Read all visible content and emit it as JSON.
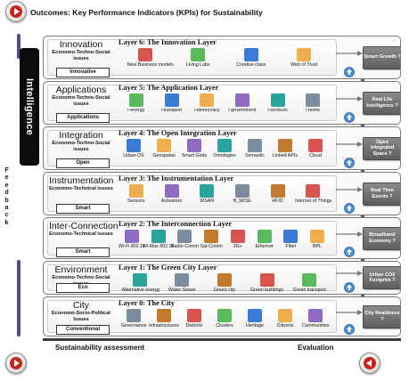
{
  "title": "Outcomes: Key Performance Indicators (KPIs) for Sustainability",
  "side_label": "Intelligence",
  "feedback_letters": [
    "F",
    "e",
    "e",
    "d",
    "b",
    "a",
    "c",
    "k"
  ],
  "footer": {
    "left": "Sustainability assessment",
    "right": "Evaluation"
  },
  "colors": {
    "layer_accent": "#4b4b9a",
    "outcome_box": "#6f6f6f",
    "nav_red": "#c8241c"
  },
  "layers": [
    {
      "name": "Innovation",
      "sub": "Economo-Techno-Social issues",
      "tag": "Innovative",
      "heading": "Layer 6: The Innovation  Layer",
      "outcome": "Smart Growth ?",
      "items": [
        "New Business models",
        "Living Labs",
        "Creative class",
        "Web of Trust"
      ]
    },
    {
      "name": "Applications",
      "sub": "Economo-Techno-Social issues",
      "tag": "Applications",
      "heading": "Layer 5: The Application Layer",
      "outcome": "Real Life Intelligence ?",
      "items": [
        "i-energy",
        "i-transport",
        "i-democracy",
        "i-government",
        "i-services",
        "i-home"
      ]
    },
    {
      "name": "Integration",
      "sub": "Economo-Techno-Social issues",
      "tag": "Open",
      "heading": "Layer 4: The Open Integration Layer",
      "outcome": "Open integrated Space ?",
      "items": [
        "Urban OS",
        "Geospatial",
        "Smart Grids",
        "Ontologies",
        "Semantic",
        "Linked APIs",
        "Cloud"
      ]
    },
    {
      "name": "Instrumentation",
      "sub": "Economo-Technical issues",
      "tag": "Smart",
      "heading": "Layer 3: The Instrumentation Layer",
      "outcome": "Real Time Events ?",
      "items": [
        "Sensors",
        "Activators",
        "WSAN",
        "B_WISE",
        "RFID",
        "Internet of Things"
      ]
    },
    {
      "name": "Inter-Connection",
      "sub": "Economo-Technical issues",
      "tag": "Smart",
      "heading": "Layer 2: The Interconnection Layer",
      "outcome": "Broadband Economy ?",
      "items": [
        "Wi-Fi 802.11",
        "Wi-Max 802.16",
        "Radio-Comm",
        "Sat-Comm",
        "3G+",
        "Ethernet",
        "Fiber",
        "BPL"
      ]
    },
    {
      "name": "Environment",
      "sub": "Economo-Techno-Social issues",
      "tag": "Eco",
      "heading": "Layer 1: The Green  City Layer",
      "outcome": "Urban CO2 Footprint ?",
      "items": [
        "Alternative energy",
        "Water-Sewer",
        "Green city",
        "Green buildings",
        "Green transport"
      ]
    },
    {
      "name": "City",
      "sub": "Economo-Socio-Political Issues",
      "tag": "Conventional",
      "heading": "Layer 0:  The City",
      "outcome": "City Readiness ?",
      "items": [
        "Governance",
        "Infrastructures",
        "Districts",
        "Clusters",
        "Heritage",
        "Citizens",
        "Communities"
      ]
    }
  ]
}
